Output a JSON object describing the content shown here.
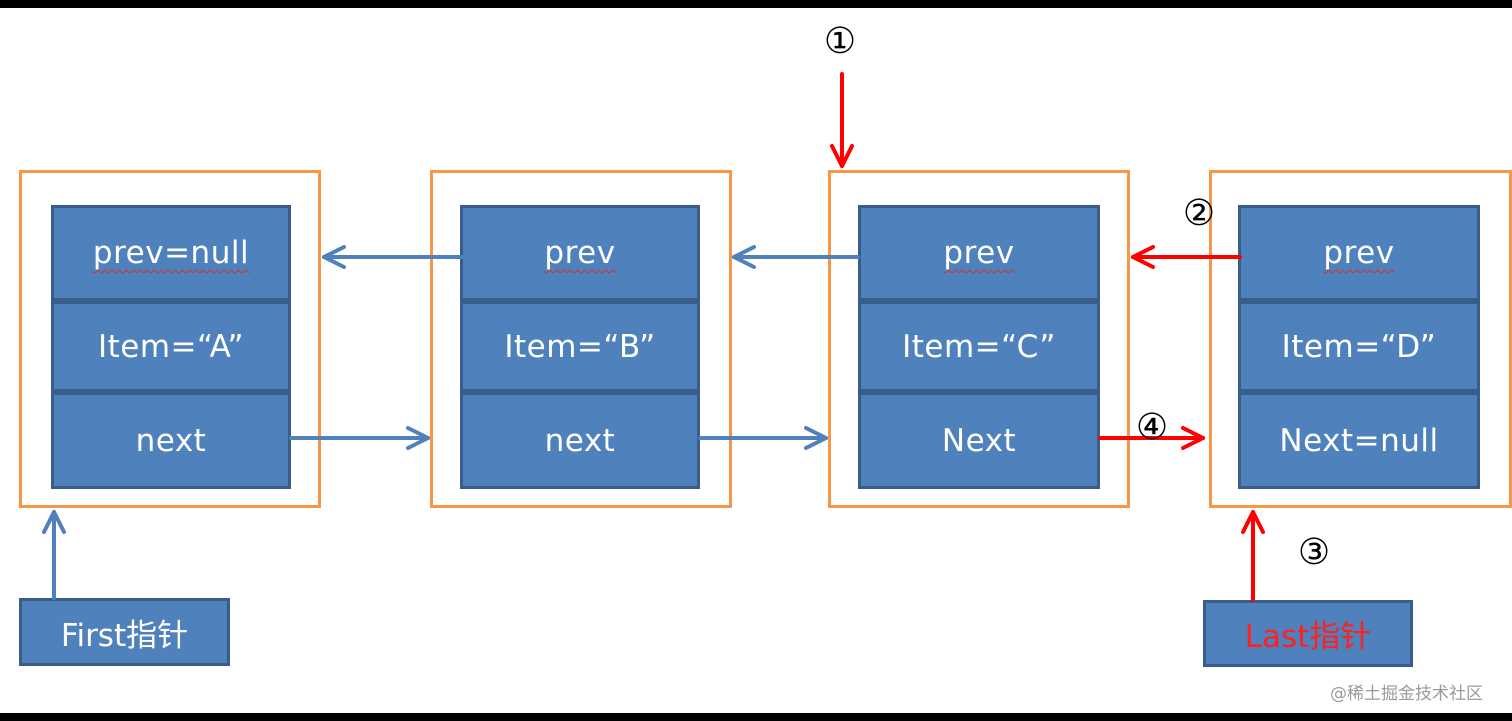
{
  "nodes": [
    {
      "prev": "prev=null",
      "item": "Item=“A”",
      "next": "next"
    },
    {
      "prev": "prev",
      "item": "Item=“B”",
      "next": "next"
    },
    {
      "prev": "prev",
      "item": "Item=“C”",
      "next": "Next"
    },
    {
      "prev": "prev",
      "item": "Item=“D”",
      "next": "Next=null"
    }
  ],
  "pointers": {
    "first": "First指针",
    "last": "Last指针"
  },
  "steps": [
    "①",
    "②",
    "③",
    "④"
  ],
  "watermark": "@稀土掘金技术社区",
  "colors": {
    "cell_fill": "#4f81bd",
    "cell_border": "#385d8a",
    "frame_border": "#f79646",
    "existing_link": "#4f81bd",
    "new_link": "#ff0000"
  }
}
